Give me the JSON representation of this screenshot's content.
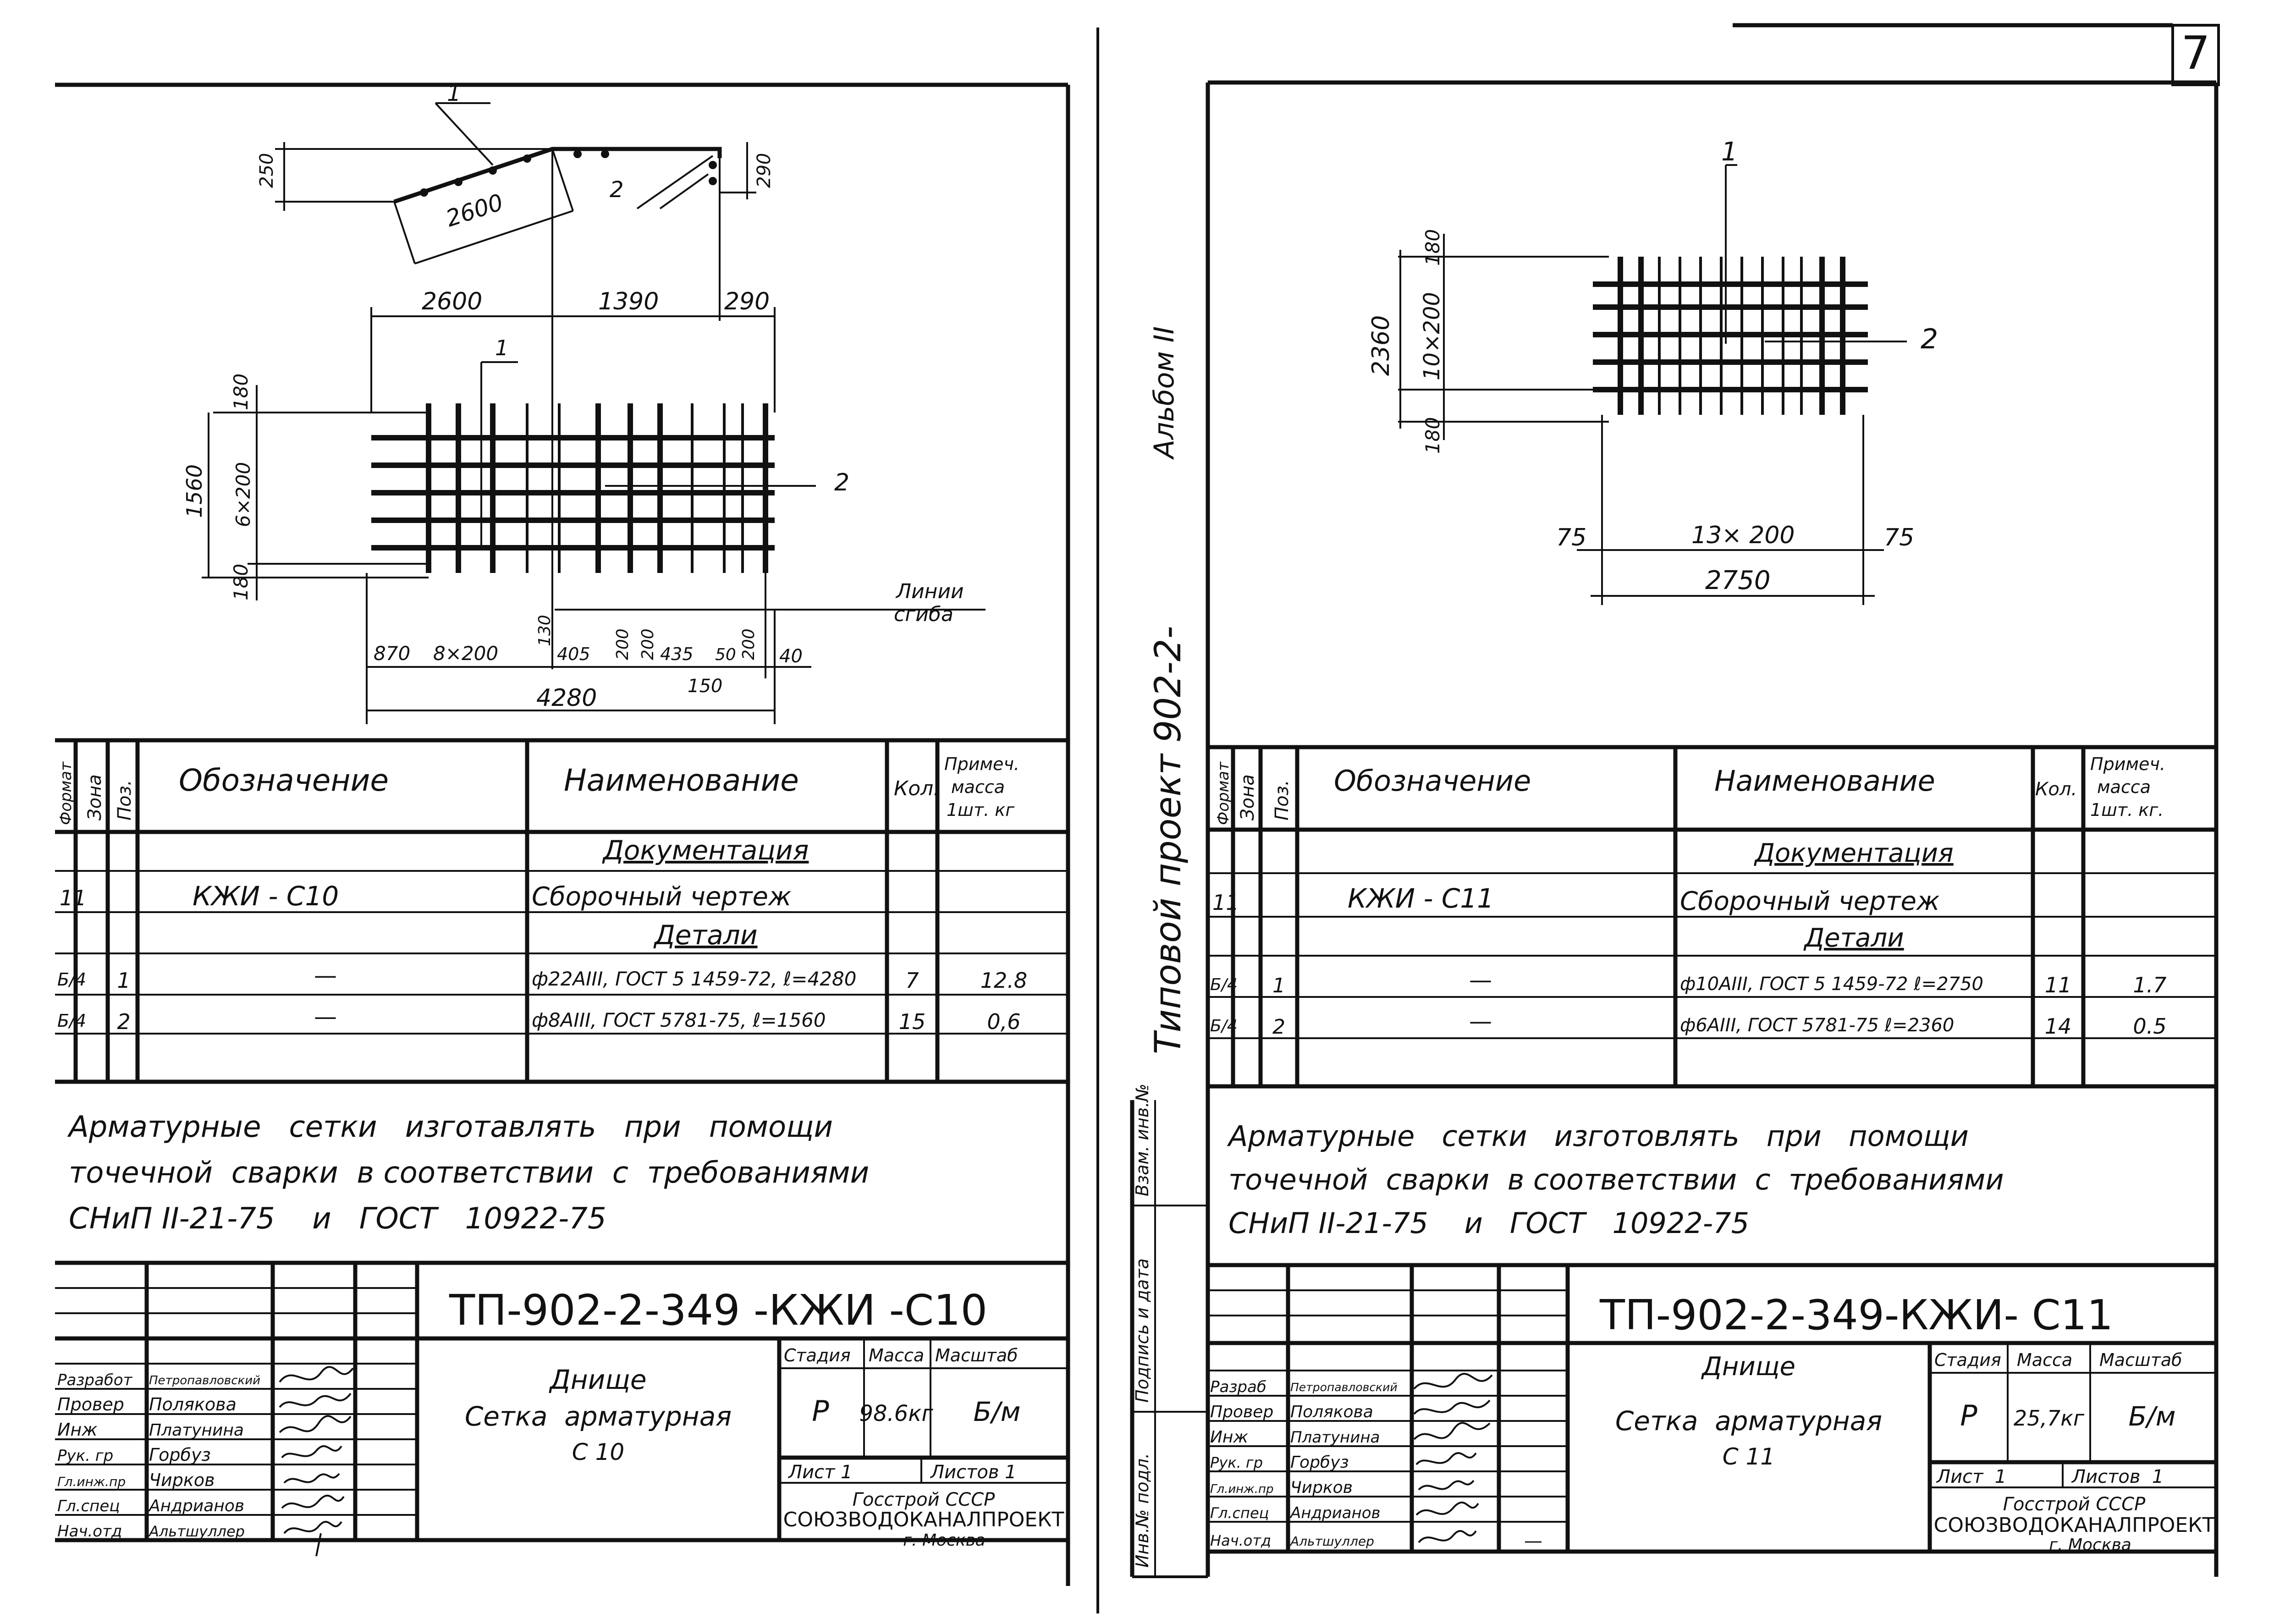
{
  "page_number": "7",
  "album_vertical": "Альбом II",
  "project_vertical": "Типовой проект 902-2-",
  "left": {
    "plan_labels": {
      "pos1_a": "1",
      "pos2_a": "2",
      "d250": "250",
      "d2600_slope": "2600",
      "d290_top": "290",
      "d2600": "2600",
      "d1390": "1390",
      "d290": "290",
      "d180_top": "180",
      "d6x200": "6×200",
      "d1560": "1560",
      "d180_bot": "180",
      "pos1_b": "1",
      "pos2_b": "2",
      "bend_line": "Линии\nсгиба",
      "d870": "870",
      "d8x200": "8×200",
      "d130": "130",
      "d405": "405",
      "d200a": "200",
      "d200b": "200",
      "d435": "435",
      "d50": "50",
      "d200c": "200",
      "d40": "40",
      "d150": "150",
      "d4280": "4280"
    },
    "spec": {
      "headers": [
        "Формат",
        "Зона",
        "Поз.",
        "Обозначение",
        "Наименование",
        "Кол.",
        "Примеч. масса 1шт. кг"
      ],
      "section_docs": "Документация",
      "row_doc": {
        "format": "11",
        "designation": "КЖИ - С10",
        "name": "Сборочный чертеж"
      },
      "section_parts": "Детали",
      "rows": [
        {
          "format": "Б/4",
          "pos": "1",
          "designation": "—",
          "name": "ф22АIII, ГОСТ 5 1459-72, ℓ=4280",
          "qty": "7",
          "mass": "12.8"
        },
        {
          "format": "Б/4",
          "pos": "2",
          "designation": "—",
          "name": "ф8АIII, ГОСТ 5781-75, ℓ=1560",
          "qty": "15",
          "mass": "0,6"
        }
      ]
    },
    "note": [
      "Арматурные   сетки   изготавлять   при   помощи",
      "точечной  сварки  в соответствии  с  требованиями",
      "СНиП II-21-75    и   ГОСТ   10922-75"
    ],
    "title_block": {
      "code": "ТП-902-2-349 -КЖИ -С10",
      "roles": [
        "Разработ",
        "Провер",
        "Инж",
        "Рук. гр",
        "Гл.инж.пр",
        "Гл.спец",
        "Нач.отд"
      ],
      "names": [
        "Петропавловский",
        "Полякова",
        "Платунина",
        "Горбуз",
        "Чирков",
        "Андрианов",
        "Альтшуллер"
      ],
      "title": [
        "Днище",
        "Сетка  арматурная",
        "С 10"
      ],
      "stage_label": "Стадия",
      "mass_label": "Масса",
      "scale_label": "Масштаб",
      "stage": "Р",
      "mass": "98.6кг",
      "scale": "Б/м",
      "sheet": "Лист 1",
      "sheets": "Листов 1",
      "org1": "Госстрой СССР",
      "org2": "СОЮЗВОДОКАНАЛПРОЕКТ",
      "org3": "г. Москва"
    }
  },
  "right": {
    "plan_labels": {
      "pos1": "1",
      "pos2": "2",
      "d180_top": "180",
      "d10x200": "10×200",
      "d2360": "2360",
      "d180_bot": "180",
      "d75_l": "75",
      "d13x200": "13× 200",
      "d75_r": "75",
      "d2750": "2750"
    },
    "spec": {
      "headers": [
        "Формат",
        "Зона",
        "Поз.",
        "Обозначение",
        "Наименование",
        "Кол.",
        "Примеч. масса 1шт. кг."
      ],
      "section_docs": "Документация",
      "row_doc": {
        "format": "11",
        "designation": "КЖИ - С11",
        "name": "Сборочный чертеж"
      },
      "section_parts": "Детали",
      "rows": [
        {
          "format": "Б/4",
          "pos": "1",
          "designation": "—",
          "name": "ф10АIII, ГОСТ 5 1459-72  ℓ=2750",
          "qty": "11",
          "mass": "1.7"
        },
        {
          "format": "Б/4",
          "pos": "2",
          "designation": "—",
          "name": "ф6АIII, ГОСТ  5781-75 ℓ=2360",
          "qty": "14",
          "mass": "0.5"
        }
      ]
    },
    "note": [
      "Арматурные   сетки   изготовлять   при   помощи",
      "точечной  сварки  в соответствии  с  требованиями",
      "СНиП II-21-75    и   ГОСТ   10922-75"
    ],
    "side_stamps": [
      "Инв.№ подл.",
      "Подпись и дата",
      "Взам. инв.№"
    ],
    "title_block": {
      "code": "ТП-902-2-349-КЖИ- С11",
      "roles": [
        "Разраб",
        "Провер",
        "Инж",
        "Рук. гр",
        "Гл.инж.пр",
        "Гл.спец",
        "Нач.отд"
      ],
      "names": [
        "Петропавловский",
        "Полякова",
        "Платунина",
        "Горбуз",
        "Чирков",
        "Андрианов",
        "Альтшуллер"
      ],
      "title": [
        "Днище",
        "Сетка  арматурная",
        "С 11"
      ],
      "stage_label": "Стадия",
      "mass_label": "Масса",
      "scale_label": "Масштаб",
      "stage": "Р",
      "mass": "25,7кг",
      "scale": "Б/м",
      "sheet": "Лист  1",
      "sheets": "Листов  1",
      "org1": "Госстрой СССР",
      "org2": "СОЮЗВОДОКАНАЛПРОЕКТ",
      "org3": "г. Москва"
    }
  }
}
